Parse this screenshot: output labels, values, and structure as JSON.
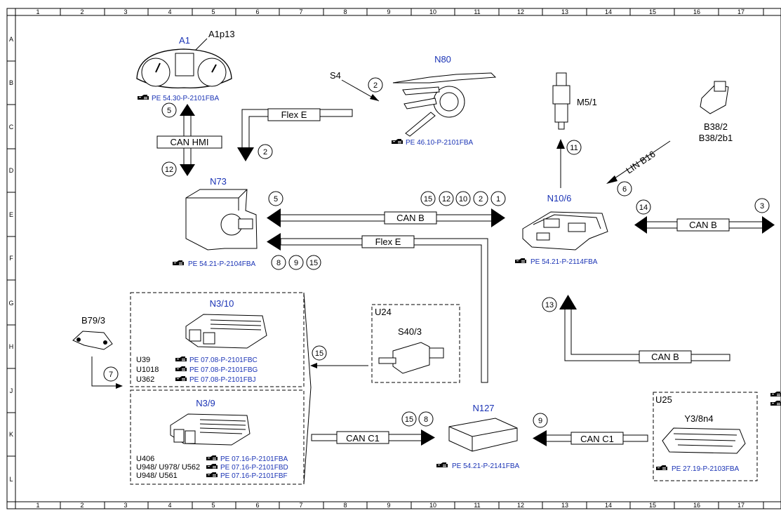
{
  "grid": {
    "columns": [
      "1",
      "2",
      "3",
      "4",
      "5",
      "6",
      "7",
      "8",
      "9",
      "10",
      "11",
      "12",
      "13",
      "14",
      "15",
      "16",
      "17"
    ],
    "rows": [
      "A",
      "B",
      "C",
      "D",
      "E",
      "F",
      "G",
      "H",
      "J",
      "K",
      "L"
    ]
  },
  "components": {
    "A1": {
      "name": "A1",
      "sub": "A1p13",
      "ref": "PE 54.30-P-2101FBA"
    },
    "N80": {
      "name": "N80",
      "sub": "S4",
      "ref": "PE 46.10-P-2101FBA"
    },
    "M5_1": {
      "name": "M5/1"
    },
    "B38_2": {
      "line1": "B38/2",
      "line2": "B38/2b1"
    },
    "N73": {
      "name": "N73",
      "ref": "PE 54.21-P-2104FBA"
    },
    "N10_6": {
      "name": "N10/6",
      "ref": "PE 54.21-P-2114FBA"
    },
    "B79_3": {
      "name": "B79/3"
    },
    "N3_10": {
      "name": "N3/10",
      "codes": [
        {
          "code": "U39",
          "ref": "PE 07.08-P-2101FBC"
        },
        {
          "code": "U1018",
          "ref": "PE 07.08-P-2101FBG"
        },
        {
          "code": "U362",
          "ref": "PE 07.08-P-2101FBJ"
        }
      ]
    },
    "N3_9": {
      "name": "N3/9",
      "codes": [
        {
          "code": "U406",
          "ref": "PE 07.16-P-2101FBA"
        },
        {
          "code": "U948/ U978/ U562",
          "ref": "PE 07.16-P-2101FBD"
        },
        {
          "code": "U948/ U561",
          "ref": "PE 07.16-P-2101FBF"
        }
      ]
    },
    "U24": {
      "name": "U24",
      "sub": "S40/3"
    },
    "N127": {
      "name": "N127",
      "ref": "PE 54.21-P-2141FBA"
    },
    "U25": {
      "name": "U25",
      "sub": "Y3/8n4",
      "ref": "PE 27.19-P-2103FBA"
    }
  },
  "buses": {
    "can_hmi": "CAN HMI",
    "flex_e": "Flex E",
    "can_b": "CAN B",
    "can_c1": "CAN C1",
    "lin_b16": "LIN B16"
  },
  "circles": {
    "c5_a1": "5",
    "c12_a1": "12",
    "c2_flex": "2",
    "c2_n80": "2",
    "c11": "11",
    "c6": "6",
    "c14": "14",
    "c3": "3",
    "c5_n73": "5",
    "c15_top": "15",
    "c12_top": "12",
    "c10_top": "10",
    "c2_top": "2",
    "c1_top": "1",
    "c8_bot": "8",
    "c9_bot": "9",
    "c15_bot": "15",
    "c13": "13",
    "c7": "7",
    "c15_n3": "15",
    "c15_n127": "15",
    "c8_n127": "8",
    "c9_n127": "9"
  }
}
